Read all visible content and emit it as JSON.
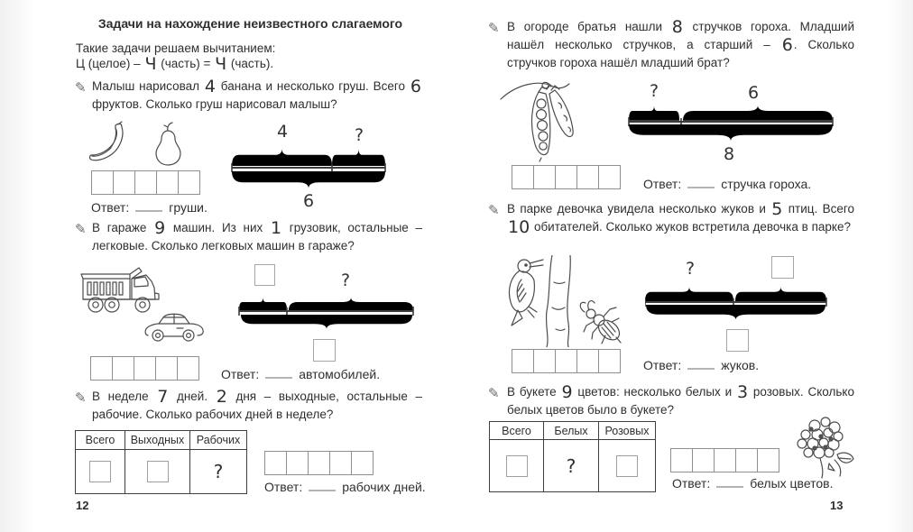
{
  "colors": {
    "ink": "#2f2f2f",
    "diagram_brace": "#b5b5b5",
    "page_bg": "#ffffff"
  },
  "icons": {
    "problem_marker": {
      "name": "pencil-icon",
      "glyph": "✎"
    }
  },
  "left_page": {
    "page_number": "12",
    "title": "Задачи на нахождение неизвестного слагаемого",
    "intro_line1": "Такие задачи решаем вычитанием:",
    "intro_line2_segments": [
      {
        "t": "Ц (целое) – "
      },
      {
        "t": "Ч",
        "num": true
      },
      {
        "t": " (часть) = "
      },
      {
        "t": "Ч",
        "num": true
      },
      {
        "t": " (часть)."
      }
    ],
    "problems": [
      {
        "text_segments": [
          {
            "t": "Малыш нарисовал "
          },
          {
            "t": "4",
            "num": true
          },
          {
            "t": " банана и несколько груш. Всего "
          },
          {
            "t": "6",
            "num": true
          },
          {
            "t": " фруктов. Сколько груш нарисовал малыш?"
          }
        ],
        "pictures": [
          "banana",
          "pear"
        ],
        "diagram": {
          "part_left": "4",
          "part_right": "?",
          "total": "6"
        },
        "answer": {
          "label": "Ответ:",
          "suffix": "груши."
        }
      },
      {
        "text_segments": [
          {
            "t": "В гараже "
          },
          {
            "t": "9",
            "num": true
          },
          {
            "t": " машин. Из них "
          },
          {
            "t": "1",
            "num": true
          },
          {
            "t": " грузовик, остальные – легковые. Сколько легковых машин в гараже?"
          }
        ],
        "pictures": [
          "dump-truck",
          "car"
        ],
        "diagram": {
          "part_right": "?"
        },
        "answer": {
          "label": "Ответ:",
          "suffix": "автомобилей."
        }
      },
      {
        "text_segments": [
          {
            "t": "В неделе "
          },
          {
            "t": "7",
            "num": true
          },
          {
            "t": " дней. "
          },
          {
            "t": "2",
            "num": true
          },
          {
            "t": " дня – выходные, остальные – рабочие. Сколько рабочих дней в неделе?"
          }
        ],
        "table": {
          "headers": [
            "Всего",
            "Выходных",
            "Рабочих"
          ],
          "cells": [
            {
              "box": true
            },
            {
              "box": true
            },
            {
              "label": "?"
            }
          ]
        },
        "answer": {
          "label": "Ответ:",
          "suffix": "рабочих дней."
        }
      }
    ]
  },
  "right_page": {
    "page_number": "13",
    "problems": [
      {
        "text_segments": [
          {
            "t": "В огороде братья нашли "
          },
          {
            "t": "8",
            "num": true
          },
          {
            "t": " стручков гороха. Младший нашёл несколько стручков, а старший – "
          },
          {
            "t": "6",
            "num": true
          },
          {
            "t": ". Сколько стручков гороха нашёл младший брат?"
          }
        ],
        "pictures": [
          "pea-pods"
        ],
        "diagram": {
          "part_left": "?",
          "part_right": "6",
          "total": "8"
        },
        "answer": {
          "label": "Ответ:",
          "suffix": "стручка гороха."
        }
      },
      {
        "text_segments": [
          {
            "t": "В парке девочка увидела несколько жуков и "
          },
          {
            "t": "5",
            "num": true
          },
          {
            "t": " птиц. Всего "
          },
          {
            "t": "10",
            "num": true
          },
          {
            "t": " обитателей. Сколько жуков встретила девочка в парке?"
          }
        ],
        "pictures": [
          "woodpecker",
          "beetle"
        ],
        "diagram": {
          "part_left": "?"
        },
        "answer": {
          "label": "Ответ:",
          "suffix": "жуков."
        }
      },
      {
        "text_segments": [
          {
            "t": "В букете "
          },
          {
            "t": "9",
            "num": true
          },
          {
            "t": " цветов: несколько белых и "
          },
          {
            "t": "3",
            "num": true
          },
          {
            "t": " розовых. Сколько белых цветов было в букете?"
          }
        ],
        "table": {
          "headers": [
            "Всего",
            "Белых",
            "Розовых"
          ],
          "cells": [
            {
              "box": true
            },
            {
              "label": "?"
            },
            {
              "box": true
            }
          ]
        },
        "pictures": [
          "flower-bouquet"
        ],
        "answer": {
          "label": "Ответ:",
          "suffix": "белых цветов."
        }
      }
    ]
  }
}
